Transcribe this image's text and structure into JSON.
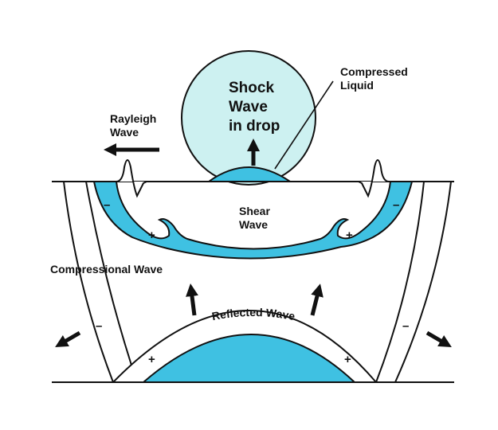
{
  "labels": {
    "shock_line1": "Shock",
    "shock_line2": "Wave",
    "shock_line3": "in drop",
    "compressed_line1": "Compressed",
    "compressed_line2": "Liquid",
    "rayleigh_line1": "Rayleigh",
    "rayleigh_line2": "Wave",
    "shear_line1": "Shear",
    "shear_line2": "Wave",
    "compressional": "Compressional Wave",
    "reflected": "Reflected Wave",
    "minus": "–",
    "plus": "+"
  },
  "colors": {
    "drop_fill": "#cdf1f1",
    "wave_fill": "#3fc1e2",
    "stroke": "#111111",
    "background": "#ffffff"
  }
}
